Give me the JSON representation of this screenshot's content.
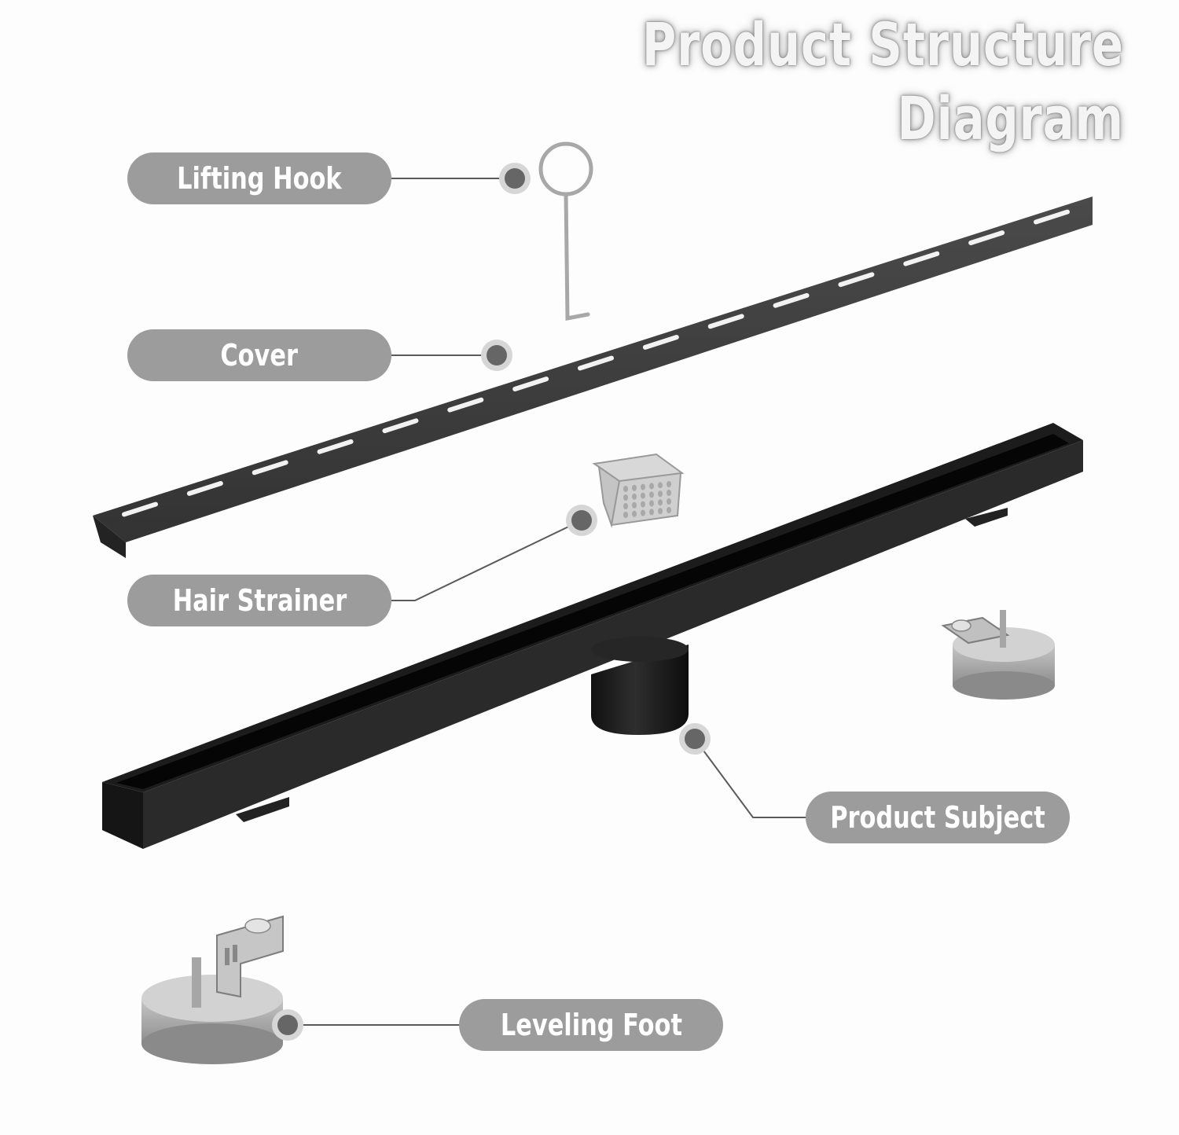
{
  "title": {
    "line1": "Product Structure",
    "line2": "Diagram"
  },
  "labels": {
    "lifting_hook": "Lifting Hook",
    "cover": "Cover",
    "hair_strainer": "Hair Strainer",
    "product_subject": "Product Subject",
    "leveling_foot": "Leveling Foot"
  },
  "colors": {
    "pill": "#9c9c9c",
    "dot": "#666666",
    "drain_body": "#1a1a1a",
    "cover": "#3d3d3d",
    "metal": "#b8b8b8"
  }
}
